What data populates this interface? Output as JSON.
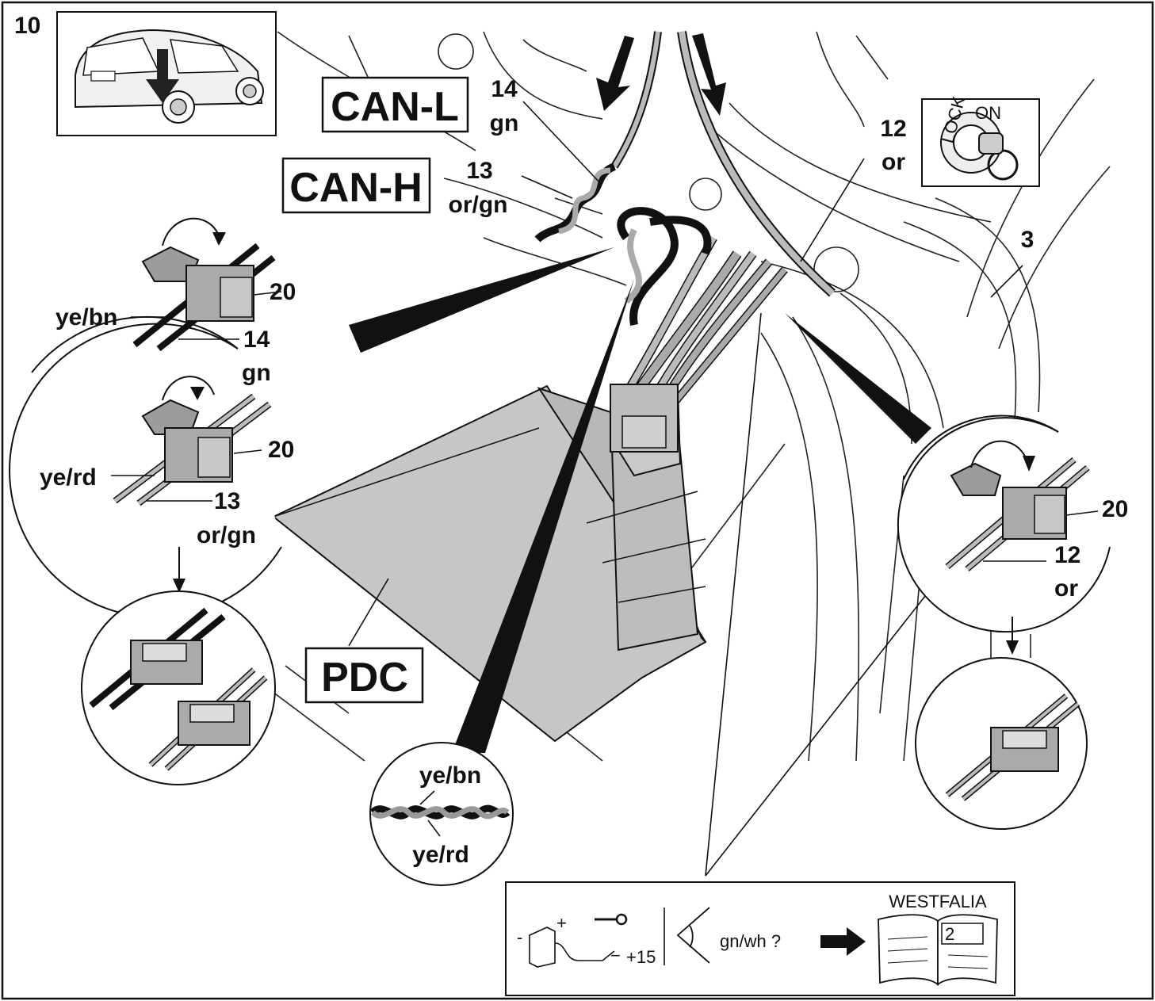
{
  "figure": {
    "step_number": "10",
    "labels": {
      "can_l": "CAN-L",
      "can_h": "CAN-H",
      "pdc": "PDC",
      "wire_14_num": "14",
      "wire_14_color": "gn",
      "wire_13_num": "13",
      "wire_13_color": "or/gn",
      "wire_12_num": "12",
      "wire_12_color": "or",
      "part_3": "3",
      "part_20": "20",
      "ye_bn": "ye/bn",
      "ye_rd": "ye/rd"
    },
    "ignition_icon": {
      "lock_text": "LOCK",
      "on_text": "ON"
    },
    "note_box": {
      "terminal_label": "+15",
      "minus_sign": "−",
      "query_text": "gn/wh ?",
      "brand": "WESTFALIA",
      "manual_page": "2"
    }
  }
}
